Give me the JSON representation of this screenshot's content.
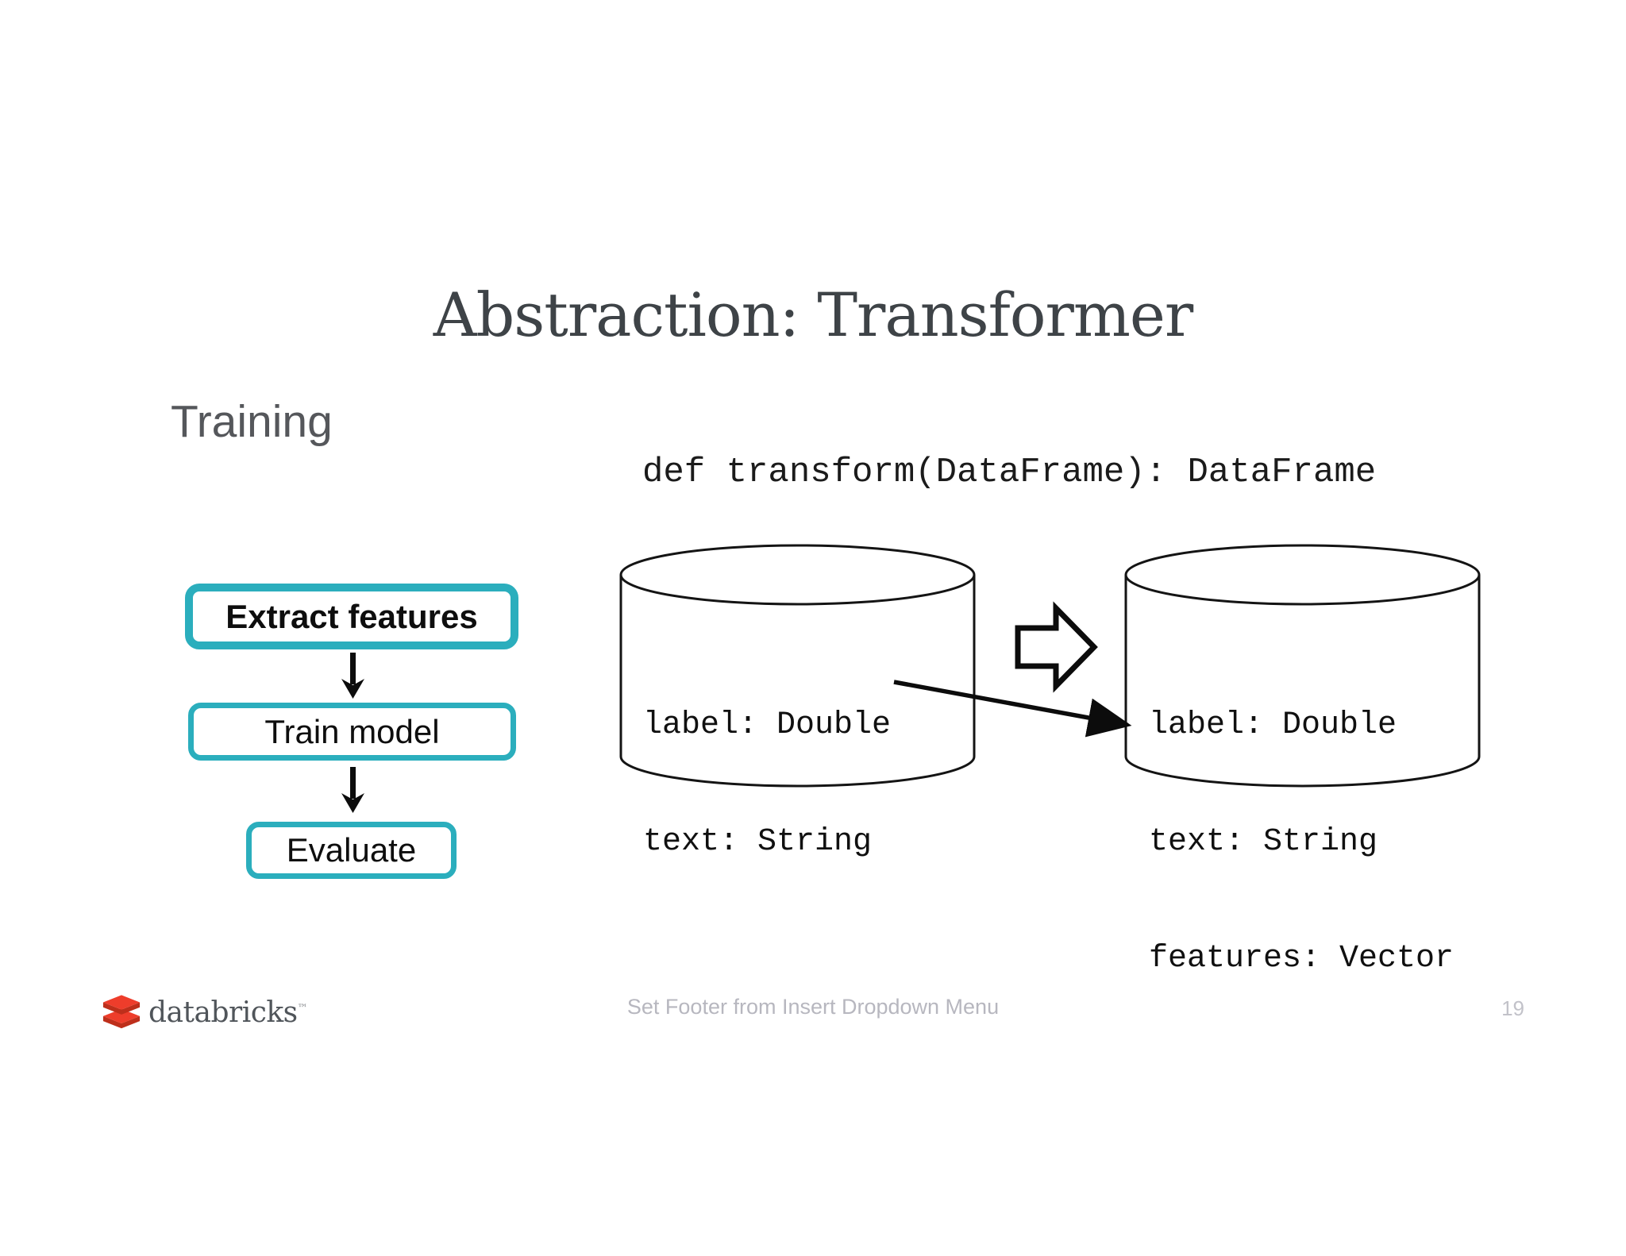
{
  "slide": {
    "title": "Abstraction: Transformer",
    "section_label": "Training",
    "code_signature": "def transform(DataFrame): DataFrame"
  },
  "flowchart": {
    "steps": [
      {
        "label": "Extract features",
        "emphasized": true
      },
      {
        "label": "Train model",
        "emphasized": false
      },
      {
        "label": "Evaluate",
        "emphasized": false
      }
    ]
  },
  "datasets": {
    "input_fields": [
      "label: Double",
      "text: String"
    ],
    "output_fields": [
      "label: Double",
      "text: String",
      "features: Vector"
    ]
  },
  "footer": {
    "logo_text": "databricks",
    "trademark": "™",
    "center_text": "Set Footer from Insert Dropdown Menu",
    "page_number": "19"
  },
  "colors": {
    "accent_teal": "#2BAEBD",
    "logo_red": "#EE3D2B",
    "logo_red_dark": "#BE2F1B"
  }
}
